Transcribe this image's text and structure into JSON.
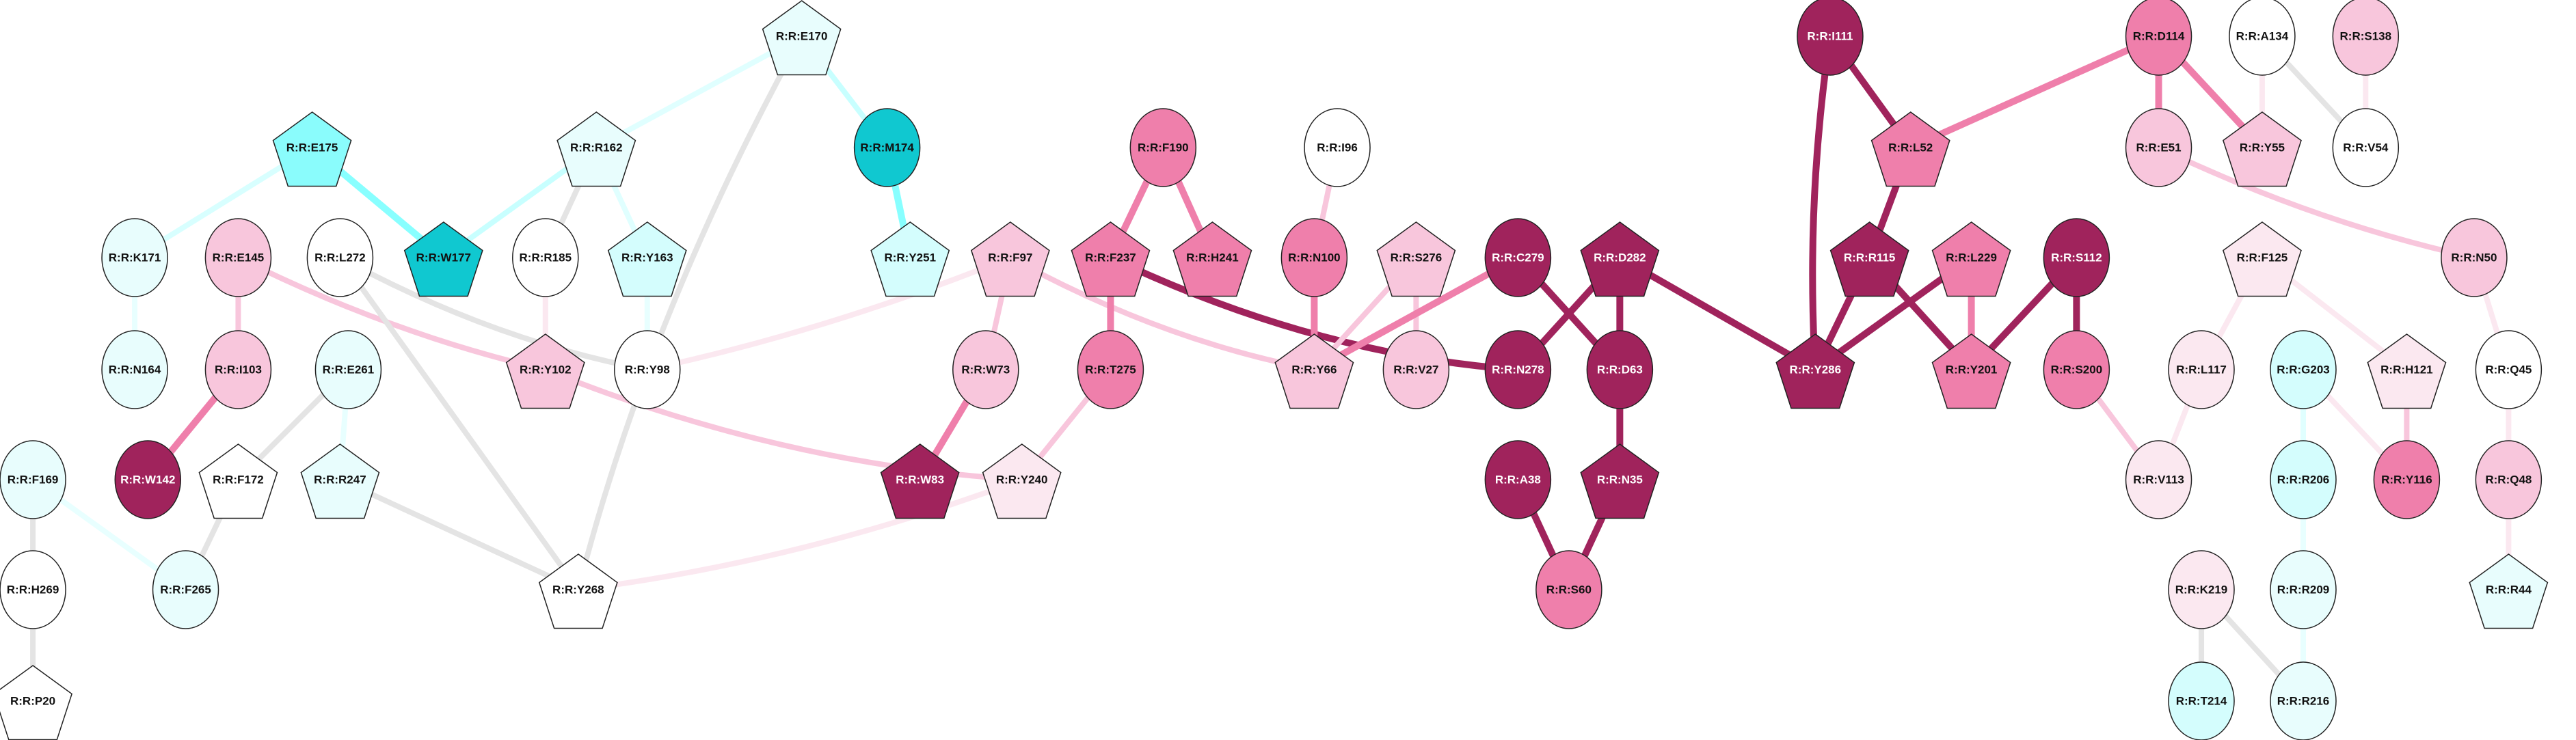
{
  "colors": {
    "dark": "#a0235c",
    "mid": "#ef7fab",
    "light_pink": "#f8c6dc",
    "pale_pink": "#fbe8f0",
    "white": "#ffffff",
    "pale_cyan": "#e8fdfd",
    "light_cyan": "#d4fdfd",
    "cyan": "#8afcfc",
    "dark_cyan": "#10c8d0",
    "gray_edge": "#e4e4e4"
  },
  "nodes": [
    {
      "id": "E170",
      "label": "R:R:E170",
      "shape": "pentagon",
      "fill": "pale_cyan"
    },
    {
      "id": "E175",
      "label": "R:R:E175",
      "shape": "pentagon",
      "fill": "cyan"
    },
    {
      "id": "R162",
      "label": "R:R:R162",
      "shape": "pentagon",
      "fill": "pale_cyan"
    },
    {
      "id": "M174",
      "label": "R:R:M174",
      "shape": "circle",
      "fill": "dark_cyan"
    },
    {
      "id": "F190",
      "label": "R:R:F190",
      "shape": "circle",
      "fill": "mid"
    },
    {
      "id": "I96",
      "label": "R:R:I96",
      "shape": "circle",
      "fill": "white"
    },
    {
      "id": "I111",
      "label": "R:R:I111",
      "shape": "circle",
      "fill": "dark"
    },
    {
      "id": "D114",
      "label": "R:R:D114",
      "shape": "circle",
      "fill": "mid"
    },
    {
      "id": "A134",
      "label": "R:R:A134",
      "shape": "circle",
      "fill": "white"
    },
    {
      "id": "S138",
      "label": "R:R:S138",
      "shape": "circle",
      "fill": "light_pink"
    },
    {
      "id": "L52",
      "label": "R:R:L52",
      "shape": "pentagon",
      "fill": "mid"
    },
    {
      "id": "E51",
      "label": "R:R:E51",
      "shape": "circle",
      "fill": "light_pink"
    },
    {
      "id": "Y55",
      "label": "R:R:Y55",
      "shape": "pentagon",
      "fill": "light_pink"
    },
    {
      "id": "V54",
      "label": "R:R:V54",
      "shape": "circle",
      "fill": "white"
    },
    {
      "id": "K171",
      "label": "R:R:K171",
      "shape": "circle",
      "fill": "pale_cyan"
    },
    {
      "id": "E145",
      "label": "R:R:E145",
      "shape": "circle",
      "fill": "light_pink"
    },
    {
      "id": "L272",
      "label": "R:R:L272",
      "shape": "circle",
      "fill": "white"
    },
    {
      "id": "W177",
      "label": "R:R:W177",
      "shape": "pentagon",
      "fill": "dark_cyan"
    },
    {
      "id": "R185",
      "label": "R:R:R185",
      "shape": "circle",
      "fill": "white"
    },
    {
      "id": "Y163",
      "label": "R:R:Y163",
      "shape": "pentagon",
      "fill": "light_cyan"
    },
    {
      "id": "Y251",
      "label": "R:R:Y251",
      "shape": "pentagon",
      "fill": "light_cyan"
    },
    {
      "id": "F97",
      "label": "R:R:F97",
      "shape": "pentagon",
      "fill": "light_pink"
    },
    {
      "id": "F237",
      "label": "R:R:F237",
      "shape": "pentagon",
      "fill": "mid"
    },
    {
      "id": "H241",
      "label": "R:R:H241",
      "shape": "pentagon",
      "fill": "mid"
    },
    {
      "id": "N100",
      "label": "R:R:N100",
      "shape": "circle",
      "fill": "mid"
    },
    {
      "id": "S276",
      "label": "R:R:S276",
      "shape": "pentagon",
      "fill": "light_pink"
    },
    {
      "id": "C279",
      "label": "R:R:C279",
      "shape": "circle",
      "fill": "dark"
    },
    {
      "id": "D282",
      "label": "R:R:D282",
      "shape": "pentagon",
      "fill": "dark"
    },
    {
      "id": "R115",
      "label": "R:R:R115",
      "shape": "pentagon",
      "fill": "dark"
    },
    {
      "id": "L229",
      "label": "R:R:L229",
      "shape": "pentagon",
      "fill": "mid"
    },
    {
      "id": "S112",
      "label": "R:R:S112",
      "shape": "circle",
      "fill": "dark"
    },
    {
      "id": "F125",
      "label": "R:R:F125",
      "shape": "pentagon",
      "fill": "pale_pink"
    },
    {
      "id": "N50",
      "label": "R:R:N50",
      "shape": "circle",
      "fill": "light_pink"
    },
    {
      "id": "N164",
      "label": "R:R:N164",
      "shape": "circle",
      "fill": "pale_cyan"
    },
    {
      "id": "I103",
      "label": "R:R:I103",
      "shape": "circle",
      "fill": "light_pink"
    },
    {
      "id": "E261",
      "label": "R:R:E261",
      "shape": "circle",
      "fill": "pale_cyan"
    },
    {
      "id": "Y102",
      "label": "R:R:Y102",
      "shape": "pentagon",
      "fill": "light_pink"
    },
    {
      "id": "Y98",
      "label": "R:R:Y98",
      "shape": "circle",
      "fill": "white"
    },
    {
      "id": "W73",
      "label": "R:R:W73",
      "shape": "circle",
      "fill": "light_pink"
    },
    {
      "id": "T275",
      "label": "R:R:T275",
      "shape": "circle",
      "fill": "mid"
    },
    {
      "id": "Y66",
      "label": "R:R:Y66",
      "shape": "pentagon",
      "fill": "light_pink"
    },
    {
      "id": "V27",
      "label": "R:R:V27",
      "shape": "circle",
      "fill": "light_pink"
    },
    {
      "id": "N278",
      "label": "R:R:N278",
      "shape": "circle",
      "fill": "dark"
    },
    {
      "id": "D63",
      "label": "R:R:D63",
      "shape": "circle",
      "fill": "dark"
    },
    {
      "id": "Y286",
      "label": "R:R:Y286",
      "shape": "pentagon",
      "fill": "dark"
    },
    {
      "id": "Y201",
      "label": "R:R:Y201",
      "shape": "pentagon",
      "fill": "mid"
    },
    {
      "id": "S200",
      "label": "R:R:S200",
      "shape": "circle",
      "fill": "mid"
    },
    {
      "id": "L117",
      "label": "R:R:L117",
      "shape": "circle",
      "fill": "pale_pink"
    },
    {
      "id": "G203",
      "label": "R:R:G203",
      "shape": "circle",
      "fill": "light_cyan"
    },
    {
      "id": "H121",
      "label": "R:R:H121",
      "shape": "pentagon",
      "fill": "pale_pink"
    },
    {
      "id": "Q45",
      "label": "R:R:Q45",
      "shape": "circle",
      "fill": "white"
    },
    {
      "id": "F169",
      "label": "R:R:F169",
      "shape": "circle",
      "fill": "pale_cyan"
    },
    {
      "id": "W142",
      "label": "R:R:W142",
      "shape": "circle",
      "fill": "dark"
    },
    {
      "id": "F172",
      "label": "R:R:F172",
      "shape": "pentagon",
      "fill": "white"
    },
    {
      "id": "R247",
      "label": "R:R:R247",
      "shape": "pentagon",
      "fill": "pale_cyan"
    },
    {
      "id": "W83",
      "label": "R:R:W83",
      "shape": "pentagon",
      "fill": "dark"
    },
    {
      "id": "Y240",
      "label": "R:R:Y240",
      "shape": "pentagon",
      "fill": "pale_pink"
    },
    {
      "id": "A38",
      "label": "R:R:A38",
      "shape": "circle",
      "fill": "dark"
    },
    {
      "id": "N35",
      "label": "R:R:N35",
      "shape": "pentagon",
      "fill": "dark"
    },
    {
      "id": "V113",
      "label": "R:R:V113",
      "shape": "circle",
      "fill": "pale_pink"
    },
    {
      "id": "R206",
      "label": "R:R:R206",
      "shape": "circle",
      "fill": "light_cyan"
    },
    {
      "id": "Y116",
      "label": "R:R:Y116",
      "shape": "circle",
      "fill": "mid"
    },
    {
      "id": "Q48",
      "label": "R:R:Q48",
      "shape": "circle",
      "fill": "light_pink"
    },
    {
      "id": "H269",
      "label": "R:R:H269",
      "shape": "circle",
      "fill": "white"
    },
    {
      "id": "F265",
      "label": "R:R:F265",
      "shape": "circle",
      "fill": "pale_cyan"
    },
    {
      "id": "Y268",
      "label": "R:R:Y268",
      "shape": "pentagon",
      "fill": "white"
    },
    {
      "id": "S60",
      "label": "R:R:S60",
      "shape": "circle",
      "fill": "mid"
    },
    {
      "id": "K219",
      "label": "R:R:K219",
      "shape": "circle",
      "fill": "pale_pink"
    },
    {
      "id": "R209",
      "label": "R:R:R209",
      "shape": "circle",
      "fill": "pale_cyan"
    },
    {
      "id": "R44",
      "label": "R:R:R44",
      "shape": "pentagon",
      "fill": "pale_cyan"
    },
    {
      "id": "P20",
      "label": "R:R:P20",
      "shape": "pentagon",
      "fill": "white"
    },
    {
      "id": "T214",
      "label": "R:R:T214",
      "shape": "circle",
      "fill": "light_cyan"
    },
    {
      "id": "R216",
      "label": "R:R:R216",
      "shape": "circle",
      "fill": "pale_cyan"
    }
  ],
  "edges": [
    [
      "E170",
      "R162",
      "#e0ffff"
    ],
    [
      "E170",
      "M174",
      "#c8ffff"
    ],
    [
      "E170",
      "Y268",
      "#e4e4e4"
    ],
    [
      "E175",
      "K171",
      "#d8ffff"
    ],
    [
      "E175",
      "W177",
      "#88ffff"
    ],
    [
      "R162",
      "W177",
      "#c8ffff"
    ],
    [
      "R162",
      "R185",
      "#e4e4e4"
    ],
    [
      "R162",
      "Y163",
      "#e0ffff"
    ],
    [
      "M174",
      "Y251",
      "#88ffff"
    ],
    [
      "K171",
      "N164",
      "#e8ffff"
    ],
    [
      "E145",
      "I103",
      "#f8c6dc"
    ],
    [
      "E145",
      "Y102",
      "#f8c6dc"
    ],
    [
      "L272",
      "Y98",
      "#e4e4e4"
    ],
    [
      "L272",
      "Y268",
      "#e4e4e4"
    ],
    [
      "R185",
      "Y102",
      "#fbe8f0"
    ],
    [
      "Y163",
      "Y98",
      "#e8ffff"
    ],
    [
      "I103",
      "W142",
      "#ef7fab"
    ],
    [
      "E261",
      "F172",
      "#e4e4e4"
    ],
    [
      "E261",
      "R247",
      "#e8ffff"
    ],
    [
      "Y102",
      "Y240",
      "#f8c6dc"
    ],
    [
      "Y98",
      "F97",
      "#fbe8f0"
    ],
    [
      "F169",
      "H269",
      "#e4e4e4"
    ],
    [
      "F169",
      "F265",
      "#e8ffff"
    ],
    [
      "F172",
      "F265",
      "#e4e4e4"
    ],
    [
      "R247",
      "Y268",
      "#e4e4e4"
    ],
    [
      "H269",
      "P20",
      "#e4e4e4"
    ],
    [
      "Y268",
      "Y240",
      "#fbe8f0"
    ],
    [
      "F97",
      "W73",
      "#f8c6dc"
    ],
    [
      "F97",
      "Y66",
      "#f8c6dc"
    ],
    [
      "F190",
      "F237",
      "#ef7fab"
    ],
    [
      "F190",
      "H241",
      "#ef7fab"
    ],
    [
      "F237",
      "T275",
      "#ef7fab"
    ],
    [
      "F237",
      "N278",
      "#a0235c"
    ],
    [
      "I96",
      "N100",
      "#f8c6dc"
    ],
    [
      "N100",
      "Y66",
      "#ef7fab"
    ],
    [
      "S276",
      "Y66",
      "#f8c6dc"
    ],
    [
      "S276",
      "V27",
      "#f8c6dc"
    ],
    [
      "C279",
      "Y66",
      "#ef7fab"
    ],
    [
      "C279",
      "D63",
      "#a0235c"
    ],
    [
      "D282",
      "N278",
      "#a0235c"
    ],
    [
      "D282",
      "D63",
      "#a0235c"
    ],
    [
      "D282",
      "Y286",
      "#a0235c"
    ],
    [
      "D63",
      "N35",
      "#a0235c"
    ],
    [
      "A38",
      "S60",
      "#a0235c"
    ],
    [
      "N35",
      "S60",
      "#a0235c"
    ],
    [
      "W73",
      "W83",
      "#ef7fab"
    ],
    [
      "T275",
      "Y240",
      "#f8c6dc"
    ],
    [
      "I111",
      "L52",
      "#a0235c"
    ],
    [
      "I111",
      "Y286",
      "#a0235c"
    ],
    [
      "D114",
      "L52",
      "#ef7fab"
    ],
    [
      "D114",
      "E51",
      "#ef7fab"
    ],
    [
      "D114",
      "Y55",
      "#ef7fab"
    ],
    [
      "A134",
      "Y55",
      "#fbe8f0"
    ],
    [
      "A134",
      "V54",
      "#e4e4e4"
    ],
    [
      "S138",
      "V54",
      "#fbe8f0"
    ],
    [
      "L52",
      "R115",
      "#a0235c"
    ],
    [
      "R115",
      "Y286",
      "#a0235c"
    ],
    [
      "R115",
      "Y201",
      "#a0235c"
    ],
    [
      "L229",
      "Y286",
      "#a0235c"
    ],
    [
      "L229",
      "Y201",
      "#ef7fab"
    ],
    [
      "S112",
      "Y201",
      "#a0235c"
    ],
    [
      "S112",
      "S200",
      "#a0235c"
    ],
    [
      "E51",
      "N50",
      "#f8c6dc"
    ],
    [
      "F125",
      "L117",
      "#fbe8f0"
    ],
    [
      "F125",
      "H121",
      "#fbe8f0"
    ],
    [
      "N50",
      "Q45",
      "#fbe8f0"
    ],
    [
      "S200",
      "V113",
      "#f8c6dc"
    ],
    [
      "L117",
      "V113",
      "#fbe8f0"
    ],
    [
      "G203",
      "R206",
      "#e0ffff"
    ],
    [
      "G203",
      "Y116",
      "#fbe8f0"
    ],
    [
      "H121",
      "Y116",
      "#f8c6dc"
    ],
    [
      "Q45",
      "Q48",
      "#fbe8f0"
    ],
    [
      "Q48",
      "R44",
      "#fbe8f0"
    ],
    [
      "R206",
      "R209",
      "#e8ffff"
    ],
    [
      "R209",
      "R216",
      "#e8ffff"
    ],
    [
      "K219",
      "T214",
      "#e4e4e4"
    ],
    [
      "K219",
      "R216",
      "#e4e4e4"
    ]
  ]
}
